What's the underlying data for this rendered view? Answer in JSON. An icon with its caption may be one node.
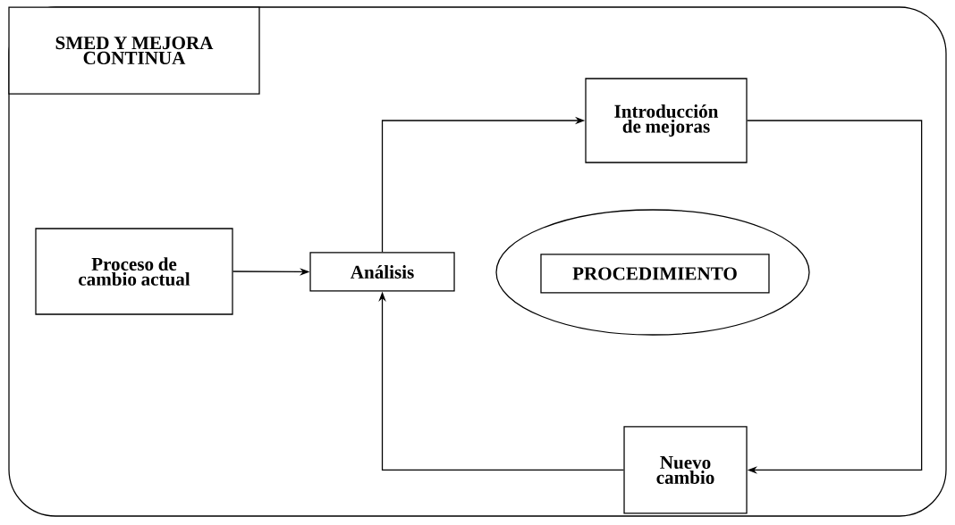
{
  "diagram": {
    "nodes": [
      {
        "text": [],
        "shape": "box"
      },
      {
        "text": [
          "SMED Y MEJORA CONTINUA"
        ],
        "in": 0
      },
      {
        "text": [
          "Proceso de cambio actual"
        ],
        "in": 0
      },
      {
        "text": [
          "Análisis"
        ],
        "in": 0
      },
      {
        "text": [
          "Introducción de mejoras"
        ],
        "in": 0
      },
      {
        "text": [],
        "shape": "ellipse",
        "in": 0
      },
      {
        "text": [
          "PROCEDIMIENTO"
        ],
        "in": 5
      },
      {
        "text": [
          "Nuevo cambio"
        ],
        "in": 0
      }
    ],
    "edges": [
      {
        "from": 2,
        "to": 3,
        "arrow": "to"
      },
      {
        "from": 3,
        "to": 4,
        "arrow": "to"
      },
      {
        "from": 4,
        "to": 7,
        "arrow": "to"
      },
      {
        "from": 7,
        "to": 3,
        "arrow": "to"
      }
    ]
  }
}
